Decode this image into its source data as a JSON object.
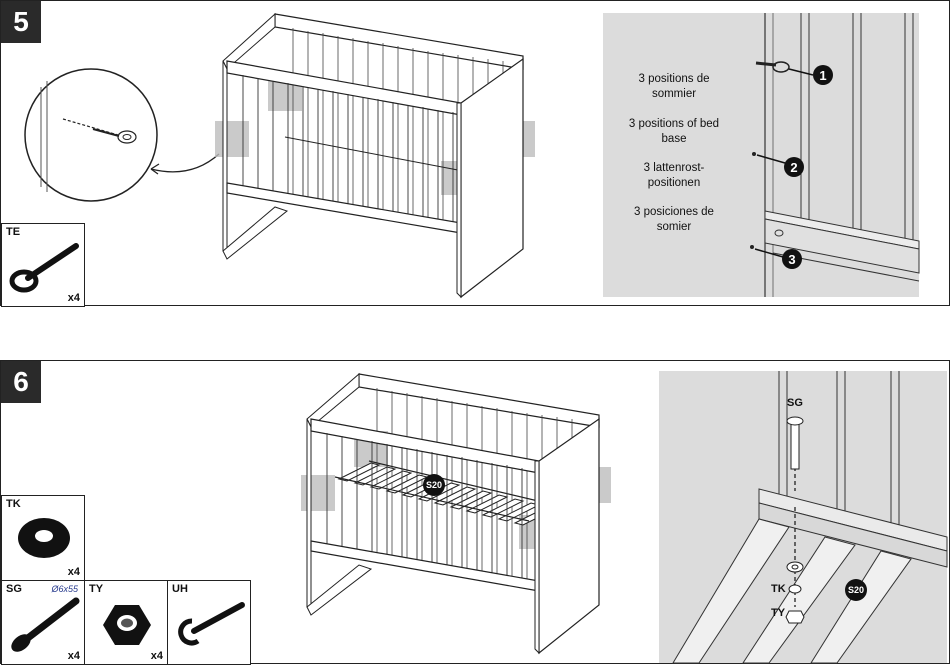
{
  "step5": {
    "number": "5",
    "part": {
      "code": "TE",
      "qty": "x4"
    },
    "detail": {
      "legend": [
        {
          "text": "3 positions de sommier",
          "num": "1"
        },
        {
          "text": "3 positions of bed base",
          "num": "2"
        },
        {
          "text": "3 lattenrost-positionen",
          "num": "3"
        },
        {
          "text": "3 posiciones de somier"
        }
      ]
    }
  },
  "step6": {
    "number": "6",
    "parts": [
      {
        "code": "TK",
        "qty": "x4"
      },
      {
        "code": "SG",
        "qty": "x4",
        "dimension": "Ø6x55"
      },
      {
        "code": "TY",
        "qty": "x4"
      },
      {
        "code": "UH",
        "qty": ""
      }
    ],
    "slat_label": "S20",
    "detail": {
      "labels": {
        "sg": "SG",
        "tk": "TK",
        "ty": "TY",
        "slat": "S20"
      }
    }
  },
  "colors": {
    "badge": "#2a2a2a",
    "detail_bg": "#dcdcdc",
    "line": "#222222",
    "shade": "#bdbdbd"
  },
  "icons": [
    "eye-bolt-icon",
    "washer-icon",
    "bolt-icon",
    "nut-icon",
    "wrench-icon",
    "crib-frame-icon"
  ]
}
